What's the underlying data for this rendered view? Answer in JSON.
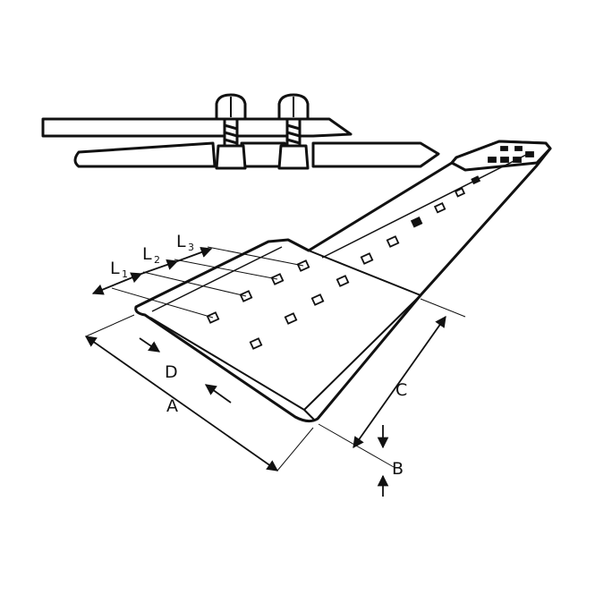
{
  "labels": {
    "A": "A",
    "B": "B",
    "C": "C",
    "D": "D",
    "L1": "L",
    "L1_sub": "1",
    "L2": "L",
    "L2_sub": "2",
    "L3": "L",
    "L3_sub": "3"
  },
  "colors": {
    "ink": "#111111",
    "paper": "#ffffff",
    "shade": "#dcdcdc"
  }
}
